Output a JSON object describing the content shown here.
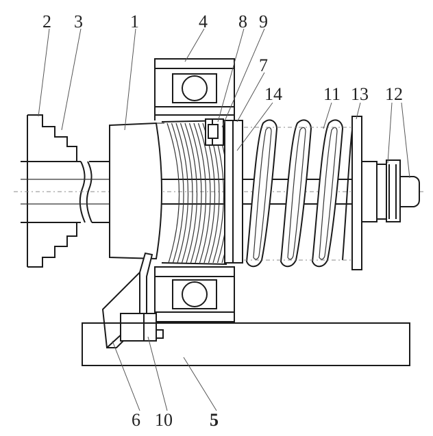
{
  "diagram": {
    "labels": {
      "l2": "2",
      "l3": "3",
      "l1": "1",
      "l4": "4",
      "l8": "8",
      "l9": "9",
      "l7": "7",
      "l14": "14",
      "l11": "11",
      "l13": "13",
      "l12": "12",
      "l6": "6",
      "l10": "10",
      "l5": "5"
    }
  }
}
